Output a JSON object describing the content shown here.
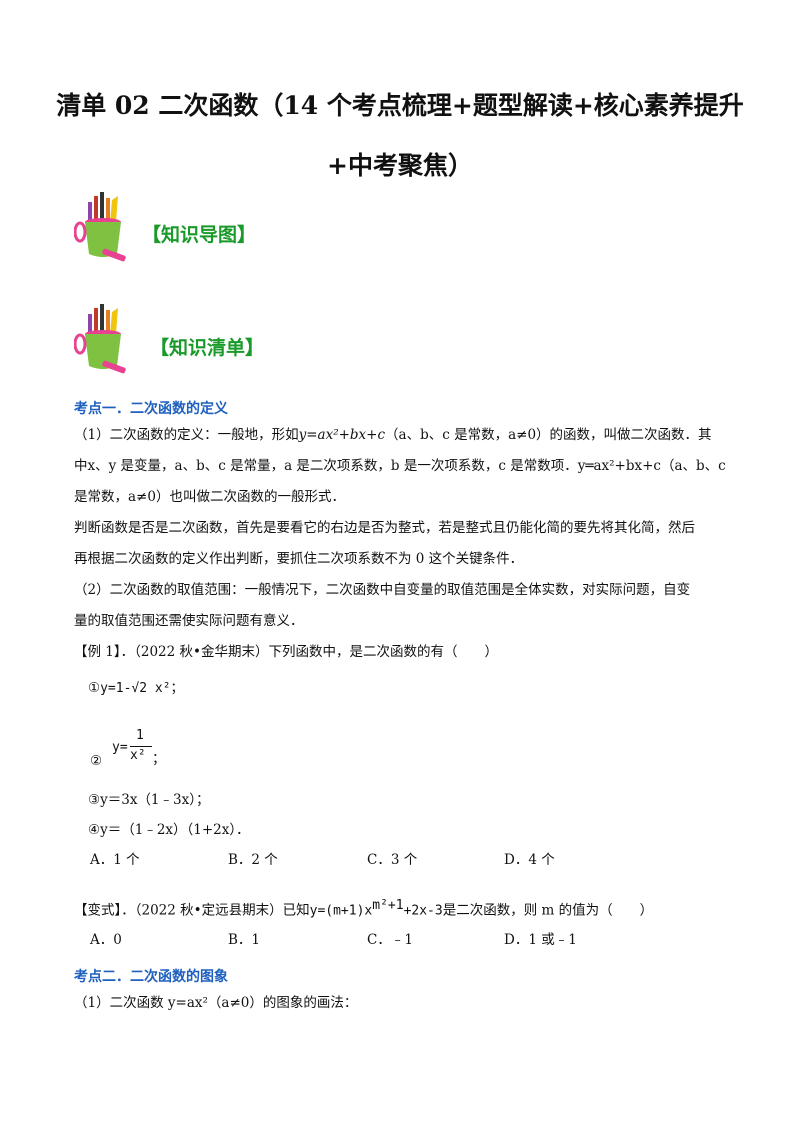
{
  "title": {
    "line1": "清单 02 二次函数（14 个考点梳理+题型解读+核心素养提升",
    "line2": "+中考聚焦）"
  },
  "sections": {
    "mindmap": "【知识导图】",
    "checklist": "【知识清单】"
  },
  "kaodian1": {
    "heading": "考点一．二次函数的定义",
    "p1_l1a": "（1）二次函数的定义：一般地，形如",
    "p1_l1_formula": "y=ax²+bx+c",
    "p1_l1b": "（a、b、c 是常数，a≠0）的函数，叫做二次函数．其",
    "p1_l2": "中x、y 是变量，a、b、c 是常量，a 是二次项系数，b 是一次项系数，c 是常数项．y═ax²+bx+c（a、b、c",
    "p1_l3": "是常数，a≠0）也叫做二次函数的一般形式．",
    "p2_l1": "判断函数是否是二次函数，首先是要看它的右边是否为整式，若是整式且仍能化简的要先将其化简，然后",
    "p2_l2": "再根据二次函数的定义作出判断，要抓住二次项系数不为 0 这个关键条件．",
    "p3_l1": "（2）二次函数的取值范围：一般情况下，二次函数中自变量的取值范围是全体实数，对实际问题，自变",
    "p3_l2": "量的取值范围还需使实际问题有意义．"
  },
  "example1": {
    "stem": "【例 1】．（2022 秋•金华期末）下列函数中，是二次函数的有（　　）",
    "item1_mark": "①",
    "item1": "y=1-√2 x²；",
    "item2_mark": "②",
    "item2_y": "y=",
    "item2_num": "1",
    "item2_den": "x²",
    "item2_end": "；",
    "item3": "③y＝3x（1﹣3x）；",
    "item4": "④y＝（1﹣2x）（1+2x）．",
    "options": [
      "A．1 个",
      "B．2 个",
      "C．3 个",
      "D．4 个"
    ]
  },
  "variant": {
    "stem_a": "【变式】．（2022 秋•定远县期末）已知",
    "formula": "y=(m+1)x^(m²+1)+2x-3",
    "formula_base": "y=(m+1)x",
    "formula_exp": "m²+1",
    "formula_tail": "+2x-3",
    "stem_b": "是二次函数，则 m 的值为（　　）",
    "options": [
      "A．0",
      "B．1",
      "C．﹣1",
      "D．1 或﹣1"
    ]
  },
  "kaodian2": {
    "heading": "考点二．二次函数的图象",
    "p1": "（1）二次函数 y=ax²（a≠0）的图象的画法："
  }
}
